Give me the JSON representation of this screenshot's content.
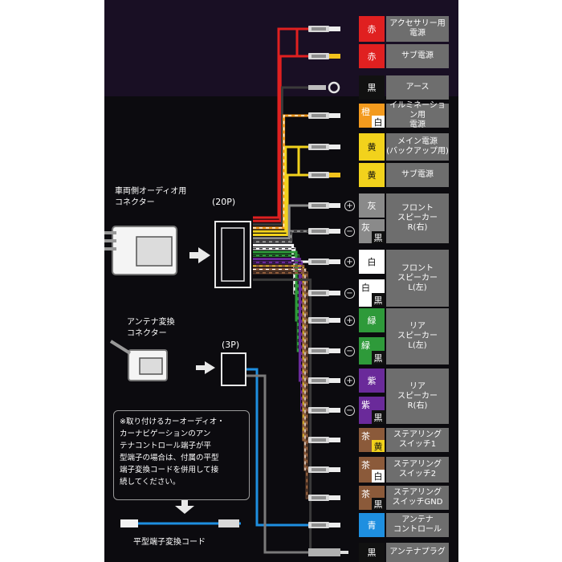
{
  "labels": {
    "vehicle_connector": "車両側オーディオ用\nコネクター",
    "pin20": "(20P)",
    "antenna_connector": "アンテナ変換\nコネクター",
    "pin3": "(3P)",
    "note": "※取り付けるカーオーディオ・\nカーナビゲーションのアン\nテナコントロール端子が平\n型端子の場合は、付属の平型\n端子変換コードを併用して接\n続してください。",
    "flat_cord": "平型端子変換コード"
  },
  "colors": {
    "red": "#e02020",
    "black": "#111111",
    "orange": "#f39a1e",
    "white": "#ffffff",
    "yellow": "#f2d21c",
    "gray": "#8a8a8a",
    "green": "#2e9a3a",
    "purple": "#6a2a9a",
    "brown": "#8b5a3a",
    "blue": "#1e8fe0",
    "function_box": "#6e6e6e"
  },
  "wires": [
    {
      "id": "red-acc",
      "colors": [
        {
          "text": "赤",
          "bg": "#e02020",
          "fg": "#ffffff"
        }
      ],
      "function": [
        "アクセサリー用",
        "電源"
      ],
      "polarity": "",
      "terminal": "female"
    },
    {
      "id": "red-sub",
      "colors": [
        {
          "text": "赤",
          "bg": "#e02020",
          "fg": "#ffffff"
        }
      ],
      "function": [
        "サブ電源"
      ],
      "polarity": "",
      "terminal": "male"
    },
    {
      "id": "black-earth",
      "colors": [
        {
          "text": "黒",
          "bg": "#111111",
          "fg": "#ffffff"
        }
      ],
      "function": [
        "アース"
      ],
      "polarity": "",
      "terminal": "ring"
    },
    {
      "id": "orange-white",
      "colors": [
        {
          "text": "橙",
          "bg": "#f39a1e",
          "fg": "#ffffff"
        },
        {
          "text": "白",
          "bg": "#ffffff",
          "fg": "#111111"
        }
      ],
      "function": [
        "イルミネーション用",
        "電源"
      ],
      "polarity": "",
      "terminal": "female"
    },
    {
      "id": "yellow-main",
      "colors": [
        {
          "text": "黄",
          "bg": "#f2d21c",
          "fg": "#111111"
        }
      ],
      "function": [
        "メイン電源",
        "(バックアップ用)"
      ],
      "polarity": "",
      "terminal": "female"
    },
    {
      "id": "yellow-sub",
      "colors": [
        {
          "text": "黄",
          "bg": "#f2d21c",
          "fg": "#111111"
        }
      ],
      "function": [
        "サブ電源"
      ],
      "polarity": "",
      "terminal": "male"
    },
    {
      "id": "gray",
      "colors": [
        {
          "text": "灰",
          "bg": "#8a8a8a",
          "fg": "#ffffff"
        }
      ],
      "function": [
        "フロント",
        "スピーカー",
        "R(右)"
      ],
      "polarity": "+",
      "terminal": "female"
    },
    {
      "id": "gray-black",
      "colors": [
        {
          "text": "灰",
          "bg": "#8a8a8a",
          "fg": "#ffffff"
        },
        {
          "text": "黒",
          "bg": "#111111",
          "fg": "#ffffff"
        }
      ],
      "function": [],
      "polarity": "−",
      "terminal": "female"
    },
    {
      "id": "white",
      "colors": [
        {
          "text": "白",
          "bg": "#ffffff",
          "fg": "#111111"
        }
      ],
      "function": [
        "フロント",
        "スピーカー",
        "L(左)"
      ],
      "polarity": "+",
      "terminal": "female"
    },
    {
      "id": "white-black",
      "colors": [
        {
          "text": "白",
          "bg": "#ffffff",
          "fg": "#111111"
        },
        {
          "text": "黒",
          "bg": "#111111",
          "fg": "#ffffff"
        }
      ],
      "function": [],
      "polarity": "−",
      "terminal": "female"
    },
    {
      "id": "green",
      "colors": [
        {
          "text": "緑",
          "bg": "#2e9a3a",
          "fg": "#ffffff"
        }
      ],
      "function": [
        "リア",
        "スピーカー",
        "L(左)"
      ],
      "polarity": "+",
      "terminal": "female"
    },
    {
      "id": "green-black",
      "colors": [
        {
          "text": "緑",
          "bg": "#2e9a3a",
          "fg": "#ffffff"
        },
        {
          "text": "黒",
          "bg": "#111111",
          "fg": "#ffffff"
        }
      ],
      "function": [],
      "polarity": "−",
      "terminal": "female"
    },
    {
      "id": "purple",
      "colors": [
        {
          "text": "紫",
          "bg": "#6a2a9a",
          "fg": "#ffffff"
        }
      ],
      "function": [
        "リア",
        "スピーカー",
        "R(右)"
      ],
      "polarity": "+",
      "terminal": "female"
    },
    {
      "id": "purple-black",
      "colors": [
        {
          "text": "紫",
          "bg": "#6a2a9a",
          "fg": "#ffffff"
        },
        {
          "text": "黒",
          "bg": "#111111",
          "fg": "#ffffff"
        }
      ],
      "function": [],
      "polarity": "−",
      "terminal": "female"
    },
    {
      "id": "brown-yellow",
      "colors": [
        {
          "text": "茶",
          "bg": "#8b5a3a",
          "fg": "#ffffff"
        },
        {
          "text": "黄",
          "bg": "#f2d21c",
          "fg": "#111111"
        }
      ],
      "function": [
        "ステアリング",
        "スイッチ1"
      ],
      "polarity": "",
      "terminal": "female"
    },
    {
      "id": "brown-white",
      "colors": [
        {
          "text": "茶",
          "bg": "#8b5a3a",
          "fg": "#ffffff"
        },
        {
          "text": "白",
          "bg": "#ffffff",
          "fg": "#111111"
        }
      ],
      "function": [
        "ステアリング",
        "スイッチ2"
      ],
      "polarity": "",
      "terminal": "female"
    },
    {
      "id": "brown-black",
      "colors": [
        {
          "text": "茶",
          "bg": "#8b5a3a",
          "fg": "#ffffff"
        },
        {
          "text": "黒",
          "bg": "#111111",
          "fg": "#ffffff"
        }
      ],
      "function": [
        "ステアリング",
        "スイッチGND"
      ],
      "polarity": "",
      "terminal": "female"
    },
    {
      "id": "blue",
      "colors": [
        {
          "text": "青",
          "bg": "#1e8fe0",
          "fg": "#ffffff"
        }
      ],
      "function": [
        "アンテナ",
        "コントロール"
      ],
      "polarity": "",
      "terminal": "female"
    },
    {
      "id": "black-plug",
      "colors": [
        {
          "text": "黒",
          "bg": "#111111",
          "fg": "#ffffff"
        }
      ],
      "function": [
        "アンテナプラグ"
      ],
      "polarity": "",
      "terminal": "plug"
    }
  ]
}
